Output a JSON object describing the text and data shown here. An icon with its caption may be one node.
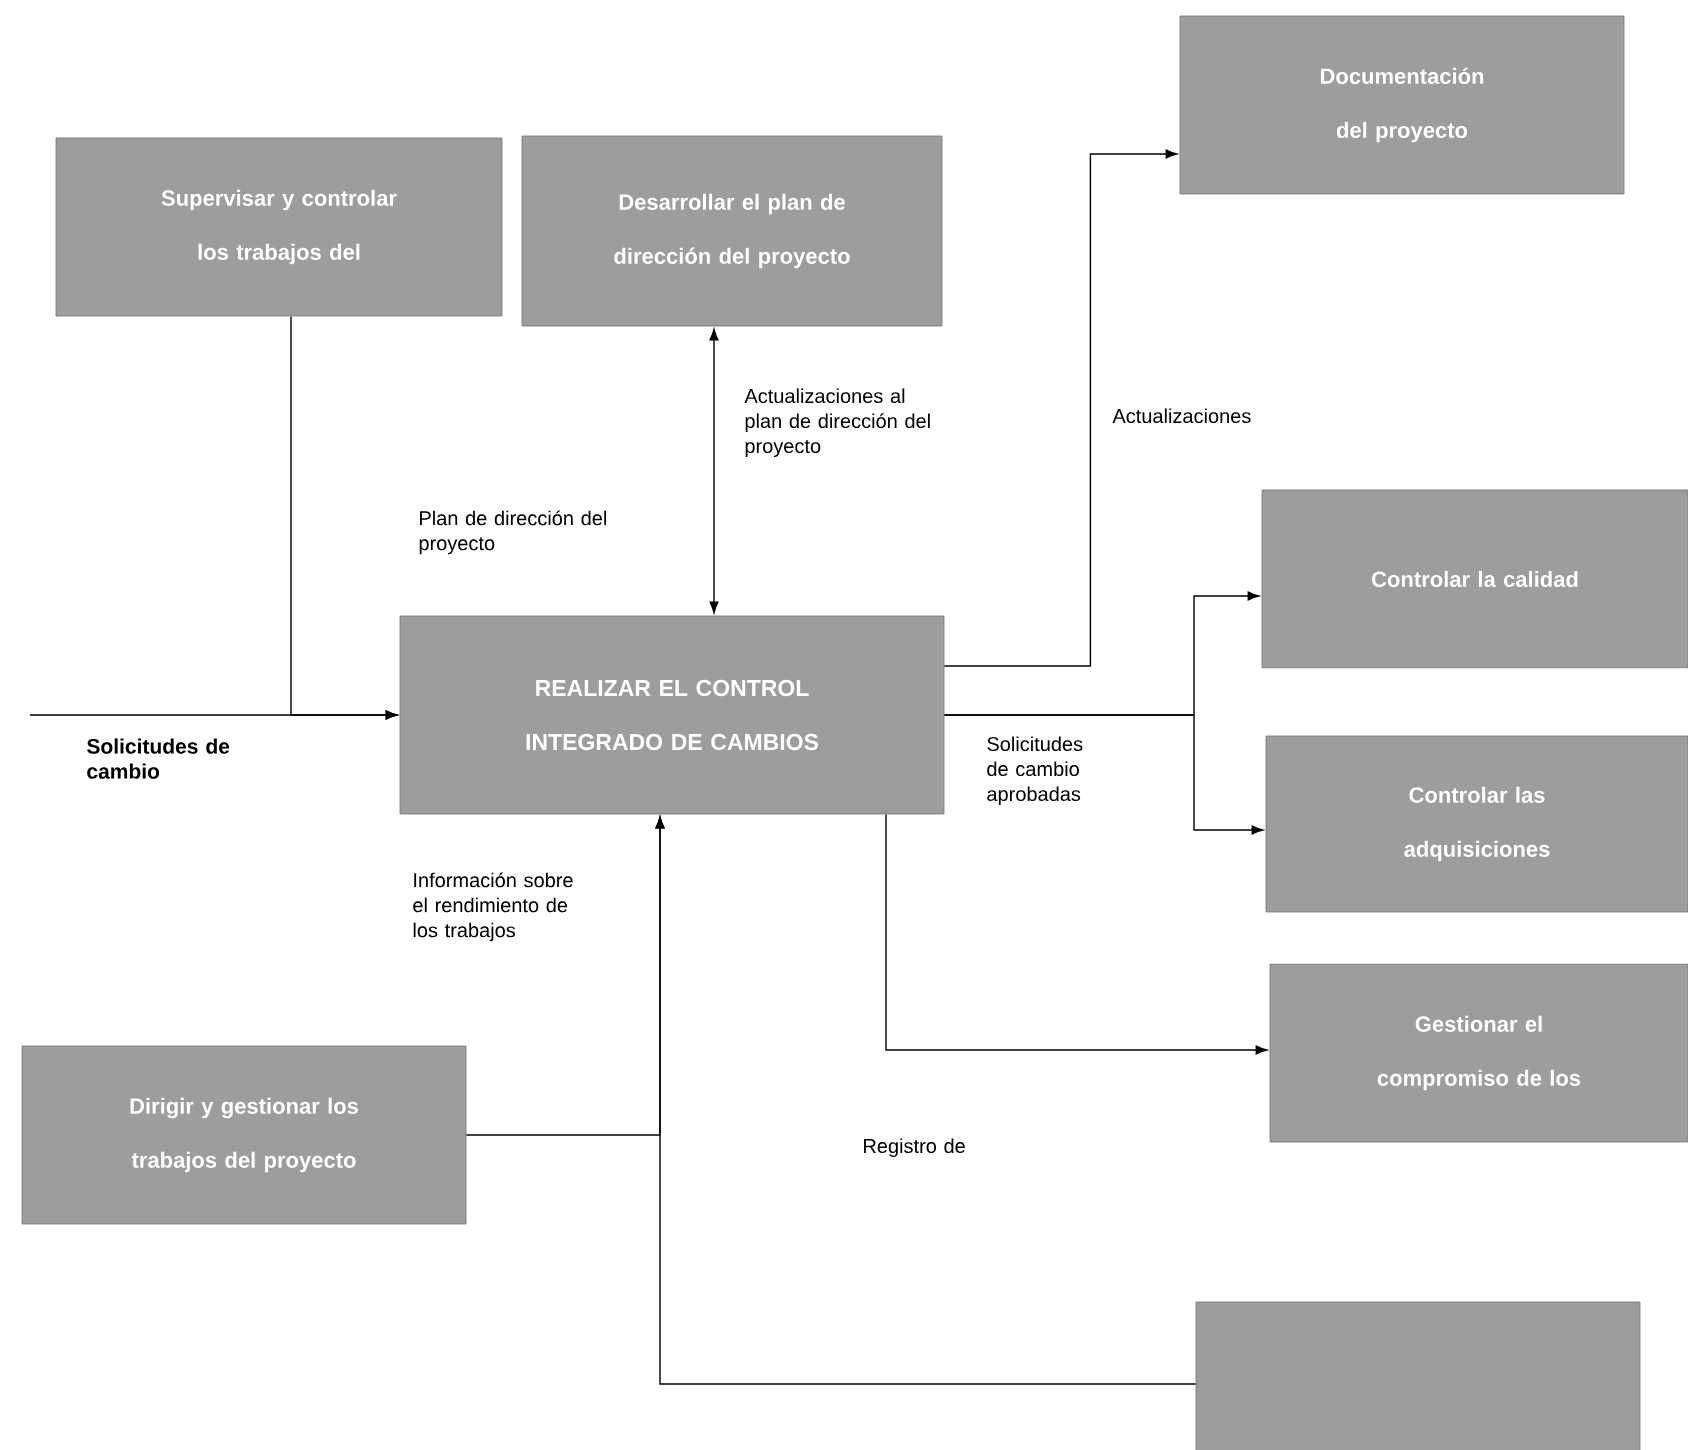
{
  "diagram": {
    "nodes": [
      {
        "text": [
          "Supervisar y controlar los trabajos del"
        ]
      },
      {
        "text": [
          "Desarrollar el plan de dirección del proyecto"
        ]
      },
      {
        "text": [
          "Documentación del proyecto"
        ]
      },
      {
        "text": [
          "REALIZAR EL CONTROL INTEGRADO DE CAMBIOS"
        ]
      },
      {
        "text": [
          "Controlar la calidad"
        ]
      },
      {
        "text": [
          "Controlar las adquisiciones"
        ]
      },
      {
        "text": [
          "Gestionar el compromiso de los"
        ]
      },
      {
        "text": [
          "Dirigir y gestionar los trabajos del proyecto"
        ]
      },
      {
        "text": [],
        "shape": "box"
      }
    ],
    "edges": [
      {
        "from": null,
        "to": 3,
        "arrow": "to",
        "label": "Solicitudes de cambio"
      },
      {
        "from": 0,
        "to": 3,
        "arrow": "to"
      },
      {
        "from": 3,
        "to": 1,
        "arrow": "both",
        "label": "Actualizaciones al plan de dirección del proyecto"
      },
      {
        "from": 3,
        "to": 2,
        "arrow": "to",
        "label": "Actualizaciones"
      },
      {
        "from": 3,
        "to": 4,
        "arrow": "to",
        "label": "Solicitudes de cambio aprobadas"
      },
      {
        "from": 3,
        "to": 5,
        "arrow": "to"
      },
      {
        "from": 3,
        "to": 6,
        "arrow": "to",
        "label": "Registro de"
      },
      {
        "from": 7,
        "to": 3,
        "arrow": "to",
        "label": "Información sobre el rendimiento de los trabajos"
      },
      {
        "from": 8,
        "to": 3,
        "arrow": "to"
      }
    ],
    "labels": [
      "Plan de dirección del proyecto"
    ]
  }
}
